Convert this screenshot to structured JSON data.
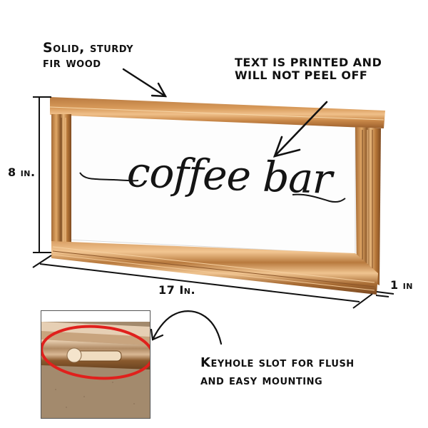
{
  "product": {
    "sign_text": "coffee bar"
  },
  "annotations": {
    "material_line1": "Solid, sturdy",
    "material_line2": "fir wood",
    "print_line1": "TEXT IS PRINTED AND",
    "print_line2": "WILL NOT PEEL OFF",
    "keyhole_line1": "Keyhole slot for flush",
    "keyhole_line2": "and easy mounting"
  },
  "dimensions": {
    "height": "8 in.",
    "width": "17 In.",
    "depth": "1 in"
  },
  "colors": {
    "wood": "#c88a4e",
    "wood_dark": "#8a5428",
    "wood_light": "#e8b37c",
    "sign_face": "#ffffff",
    "ink": "#111111",
    "highlight_circle": "#e0201c",
    "backing": "#a38a6d"
  }
}
